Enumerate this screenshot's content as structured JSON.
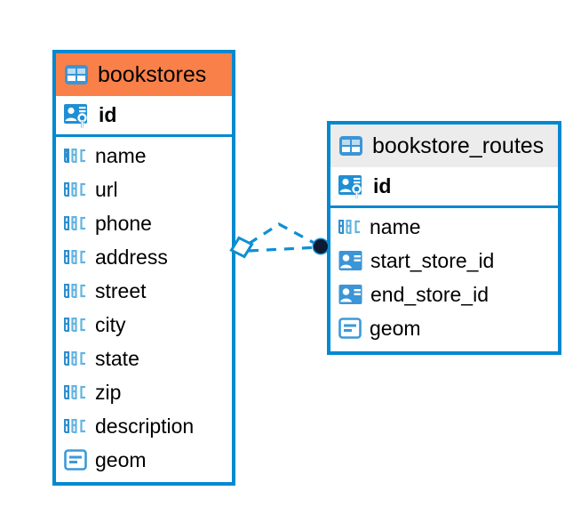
{
  "diagram": {
    "type": "entity-relationship-diagram",
    "background_color": "#ffffff",
    "accent_color": "#0089d0",
    "selected_color": "#f98149",
    "header_plain_color": "#ececec",
    "entities": [
      {
        "name": "bookstores",
        "selected": true,
        "header_icon": "table-icon",
        "primary_key": {
          "label": "id",
          "icon": "primary-key-icon"
        },
        "fields": [
          {
            "label": "name",
            "icon": "abc-text-icon"
          },
          {
            "label": "url",
            "icon": "abc-text-icon"
          },
          {
            "label": "phone",
            "icon": "abc-text-icon"
          },
          {
            "label": "address",
            "icon": "abc-text-icon"
          },
          {
            "label": "street",
            "icon": "abc-text-icon"
          },
          {
            "label": "city",
            "icon": "abc-text-icon"
          },
          {
            "label": "state",
            "icon": "abc-text-icon"
          },
          {
            "label": "zip",
            "icon": "abc-text-icon"
          },
          {
            "label": "description",
            "icon": "abc-text-icon"
          },
          {
            "label": "geom",
            "icon": "geometry-icon"
          }
        ]
      },
      {
        "name": "bookstore_routes",
        "selected": false,
        "header_icon": "table-icon",
        "primary_key": {
          "label": "id",
          "icon": "primary-key-icon"
        },
        "fields": [
          {
            "label": "name",
            "icon": "abc-text-icon"
          },
          {
            "label": "start_store_id",
            "icon": "foreign-key-icon"
          },
          {
            "label": "end_store_id",
            "icon": "foreign-key-icon"
          },
          {
            "label": "geom",
            "icon": "geometry-icon"
          }
        ]
      }
    ],
    "relationship": {
      "style": "dashed",
      "color": "#0089d0",
      "source_marker": "diamond-marker",
      "target_marker": "filled-circle-marker",
      "target_marker_color": "#0d1b33"
    }
  }
}
